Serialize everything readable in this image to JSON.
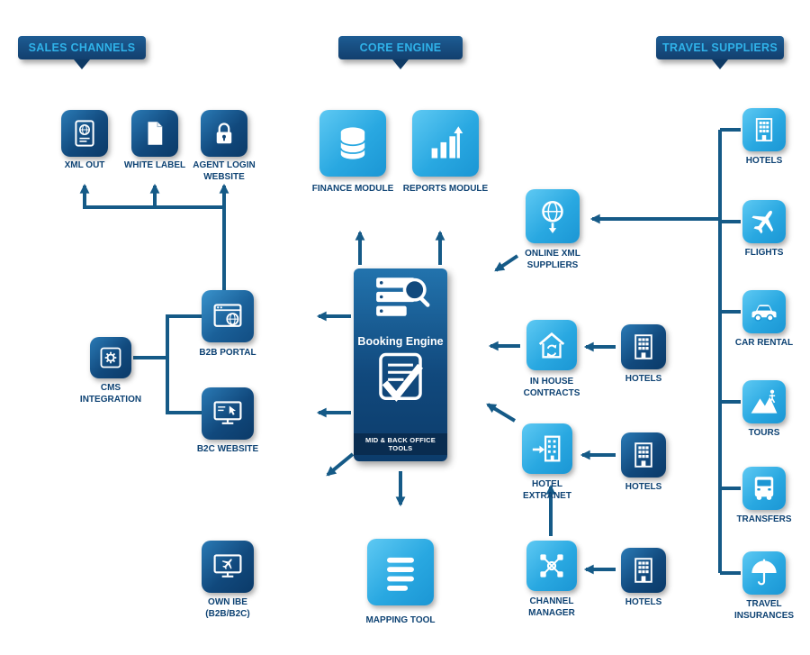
{
  "headers": {
    "sales_channels": "SALES CHANNELS",
    "core_engine": "CORE ENGINE",
    "travel_suppliers": "TRAVEL SUPPLIERS"
  },
  "booking_engine": {
    "title": "Booking Engine",
    "footer": "MID & BACK OFFICE TOOLS"
  },
  "nodes": {
    "xml_out": {
      "label": "XML OUT",
      "icon": "passport-globe-icon"
    },
    "white_label": {
      "label": "WHITE LABEL",
      "icon": "document-icon"
    },
    "agent_login": {
      "label": "AGENT LOGIN WEBSITE",
      "icon": "padlock-icon"
    },
    "b2b_portal": {
      "label": "B2B PORTAL",
      "icon": "browser-globe-icon"
    },
    "cms_integration": {
      "label": "CMS INTEGRATION",
      "icon": "gear-box-icon"
    },
    "b2c_website": {
      "label": "B2C WEBSITE",
      "icon": "monitor-cursor-icon"
    },
    "own_ibe": {
      "label": "OWN IBE (B2B/B2C)",
      "icon": "monitor-plane-icon"
    },
    "finance_module": {
      "label": "FINANCE MODULE",
      "icon": "database-icon"
    },
    "reports_module": {
      "label": "REPORTS MODULE",
      "icon": "bar-chart-icon"
    },
    "mapping_tool": {
      "label": "MAPPING TOOL",
      "icon": "list-icon"
    },
    "online_xml_suppliers": {
      "label": "ONLINE XML SUPPLIERS",
      "icon": "globe-download-icon"
    },
    "in_house_contracts": {
      "label": "IN HOUSE CONTRACTS",
      "icon": "house-sync-icon"
    },
    "hotel_extranet": {
      "label": "HOTEL EXTRANET",
      "icon": "building-login-icon"
    },
    "channel_manager": {
      "label": "CHANNEL MANAGER",
      "icon": "network-hub-icon"
    },
    "hotels_contracts": {
      "label": "HOTELS",
      "icon": "building-icon"
    },
    "hotels_extranet": {
      "label": "HOTELS",
      "icon": "building-icon"
    },
    "hotels_channel": {
      "label": "HOTELS",
      "icon": "building-icon"
    },
    "hotels_supplier": {
      "label": "HOTELS",
      "icon": "building-icon"
    },
    "flights": {
      "label": "FLIGHTS",
      "icon": "plane-icon"
    },
    "car_rental": {
      "label": "CAR RENTAL",
      "icon": "car-icon"
    },
    "tours": {
      "label": "TOURS",
      "icon": "mountain-hiker-icon"
    },
    "transfers": {
      "label": "TRANSFERS",
      "icon": "bus-icon"
    },
    "travel_insurances": {
      "label": "TRAVEL INSURANCES",
      "icon": "umbrella-icon"
    }
  },
  "colors": {
    "dark_navy": "#11497d",
    "light_blue": "#29a8e1",
    "arrow": "#155a87",
    "header_text": "#2fb2e9",
    "label_text": "#0d4273"
  }
}
